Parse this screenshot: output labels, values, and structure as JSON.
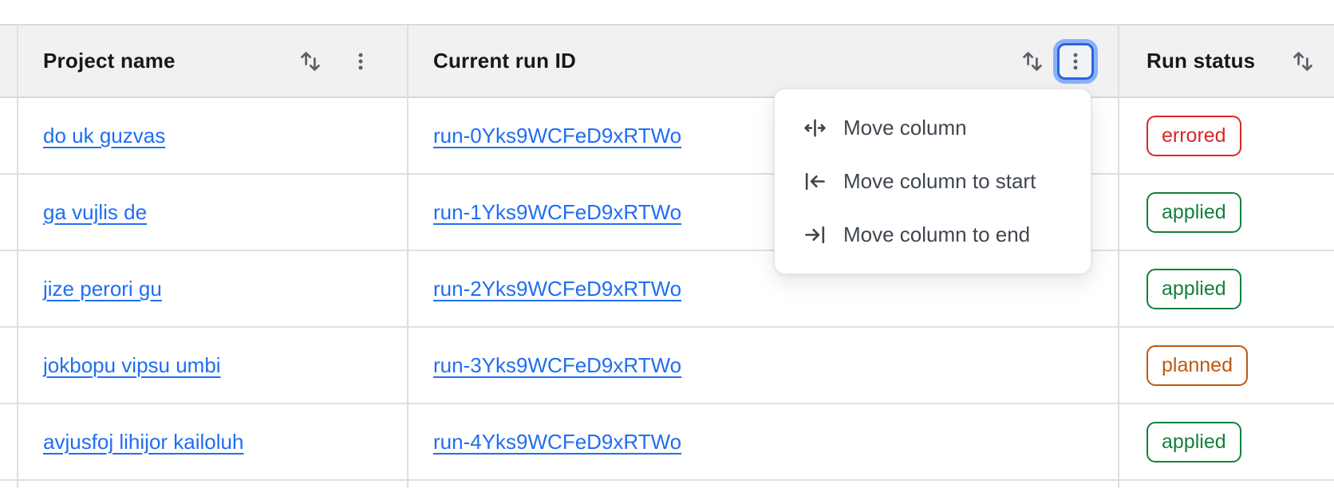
{
  "table": {
    "columns": [
      {
        "label": "Project name",
        "sort_icon": "sort-arrows-icon",
        "menu_icon": "kebab-icon"
      },
      {
        "label": "Current run ID",
        "sort_icon": "sort-arrows-icon",
        "menu_icon": "kebab-icon",
        "menu_open": true
      },
      {
        "label": "Run status",
        "sort_icon": "sort-arrows-icon"
      }
    ],
    "rows": [
      {
        "project": "do uk guzvas",
        "run_id": "run-0Yks9WCFeD9xRTWo",
        "status": "errored"
      },
      {
        "project": "ga vujlis de",
        "run_id": "run-1Yks9WCFeD9xRTWo",
        "status": "applied"
      },
      {
        "project": "jize perori gu",
        "run_id": "run-2Yks9WCFeD9xRTWo",
        "status": "applied"
      },
      {
        "project": "jokbopu vipsu umbi",
        "run_id": "run-3Yks9WCFeD9xRTWo",
        "status": "planned"
      },
      {
        "project": "avjusfoj lihijor kailoluh",
        "run_id": "run-4Yks9WCFeD9xRTWo",
        "status": "applied"
      }
    ]
  },
  "column_menu": {
    "items": [
      {
        "label": "Move column",
        "icon": "move-column-icon"
      },
      {
        "label": "Move column to start",
        "icon": "move-column-to-start-icon"
      },
      {
        "label": "Move column to end",
        "icon": "move-column-to-end-icon"
      }
    ]
  },
  "colors": {
    "link": "#1f6ef2",
    "header_bg": "#f1f1f2",
    "border": "#dfdfe3",
    "status_errored": "#dc2626",
    "status_applied": "#15803d",
    "status_planned": "#bf5712",
    "focus_ring_outer": "#8ab2f8",
    "focus_ring_inner": "#2c63e0"
  }
}
